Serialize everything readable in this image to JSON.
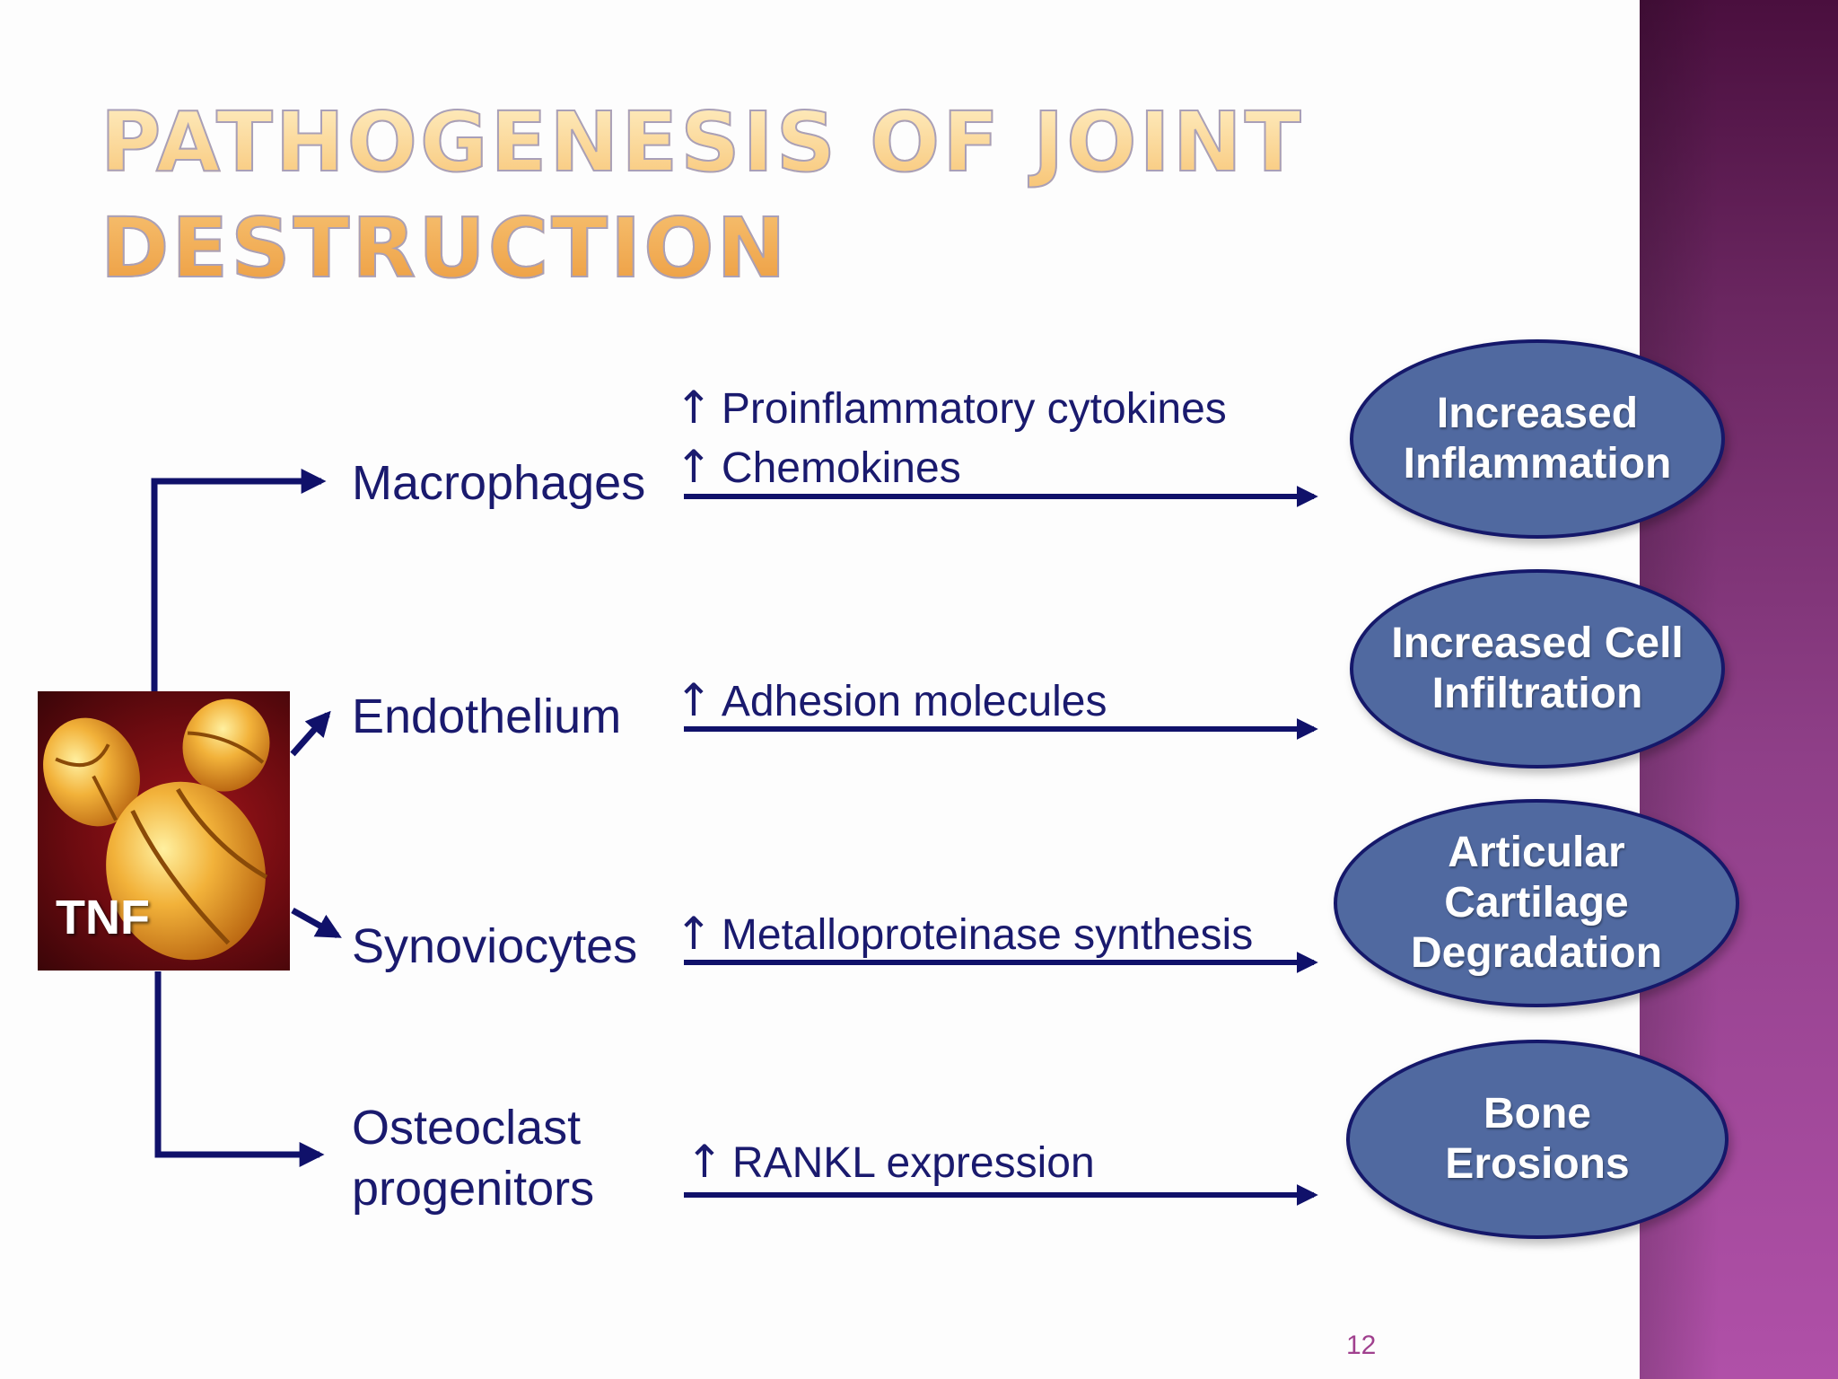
{
  "slide": {
    "title": "Pathogenesis of joint\ndestruction",
    "page_number": "12"
  },
  "diagram": {
    "source": {
      "label": "TNF",
      "image": "tnf-trimer-molecule"
    },
    "cells": [
      {
        "label": "Macrophages",
        "effects": [
          "Proinflammatory cytokines",
          "Chemokines"
        ],
        "outcome": "Increased\nInflammation"
      },
      {
        "label": "Endothelium",
        "effects": [
          "Adhesion molecules"
        ],
        "outcome": "Increased Cell\nInfiltration"
      },
      {
        "label": "Synoviocytes",
        "effects": [
          "Metalloproteinase synthesis"
        ],
        "outcome": "Articular\nCartilage\nDegradation"
      },
      {
        "label": "Osteoclast\nprogenitors",
        "effects": [
          "RANKL expression"
        ],
        "outcome": "Bone\nErosions"
      }
    ],
    "increase_symbol": "↑",
    "colors": {
      "arrow": "#10116a",
      "ellipse_fill": "#5069a0",
      "ellipse_border": "#15186a",
      "text": "#1a1a6e",
      "title_gold": "#f4b257",
      "side_band": "#8f3f88"
    }
  }
}
